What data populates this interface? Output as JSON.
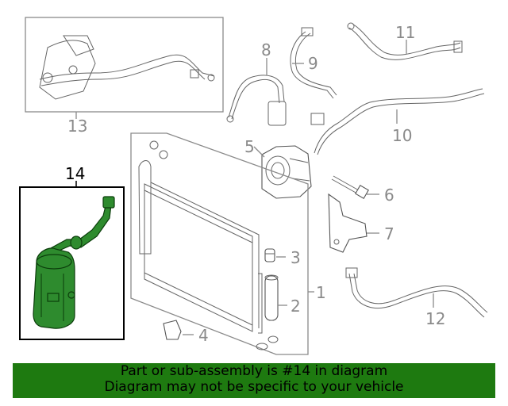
{
  "diagram": {
    "callouts": [
      "1",
      "2",
      "3",
      "4",
      "5",
      "6",
      "7",
      "8",
      "9",
      "10",
      "11",
      "12",
      "13",
      "14"
    ],
    "highlight_color": "#2e8b2e"
  },
  "banner": {
    "line1": "Part or sub-assembly is #14 in diagram",
    "line2": "Diagram may not be specific to your vehicle",
    "color": "#1e7a10"
  }
}
